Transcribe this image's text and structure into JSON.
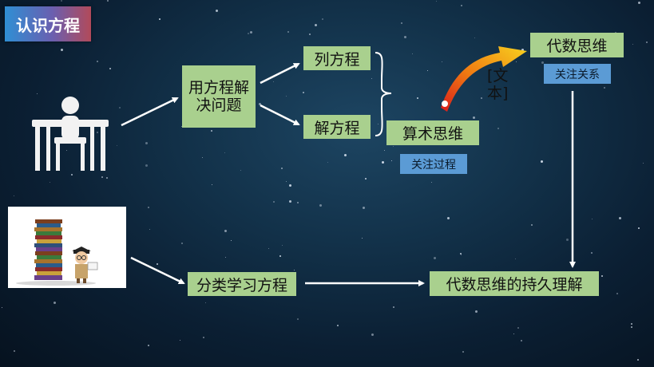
{
  "title": "认识方程",
  "nodes": {
    "solve_with_equation": "用方程解决问题",
    "list_equation": "列方程",
    "solve_equation": "解方程",
    "arithmetic_thinking": "算术思维",
    "focus_process": "关注过程",
    "algebra_thinking": "代数思维",
    "focus_relation": "关注关系",
    "classify_learning": "分类学习方程",
    "lasting_understanding": "代数思维的持久理解"
  },
  "text_fragment_1": "[文",
  "text_fragment_2": "本]",
  "icons": [
    "student-at-desk-icon",
    "books-reader-illustration"
  ],
  "colors": {
    "green_box": "#a9d08e",
    "blue_box": "#5b9bd5",
    "arrow": "#ffffff"
  }
}
